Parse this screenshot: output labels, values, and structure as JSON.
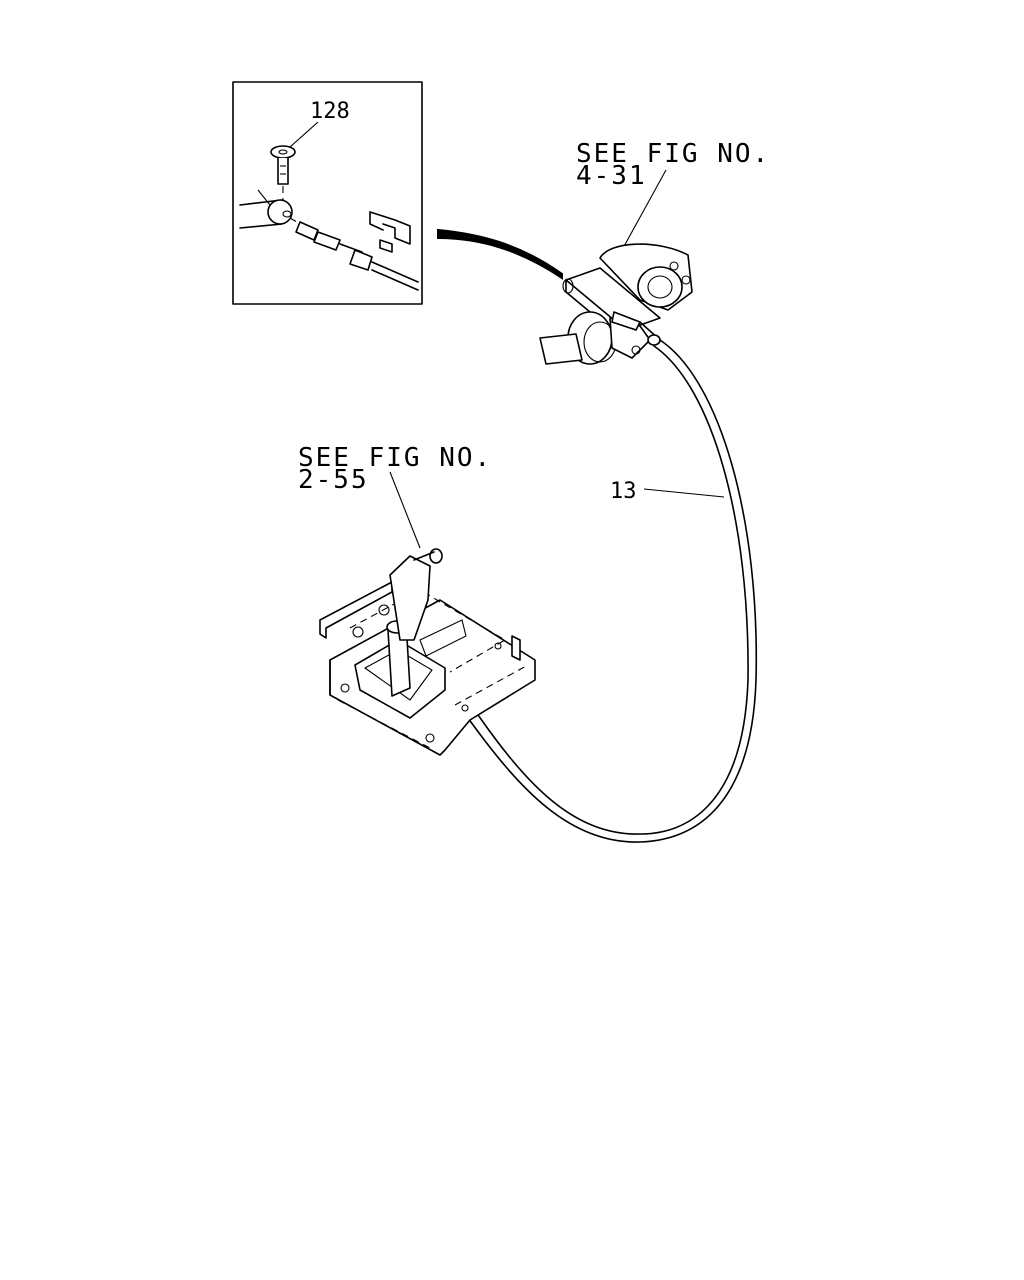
{
  "callouts": {
    "part_128": "128",
    "part_13": "13"
  },
  "references": {
    "upper_line1": "SEE FIG NO.",
    "upper_line2": "4-31",
    "lower_line1": "SEE FIG NO.",
    "lower_line2": "2-55"
  },
  "colors": {
    "ink": "#000000",
    "paper": "#ffffff"
  }
}
